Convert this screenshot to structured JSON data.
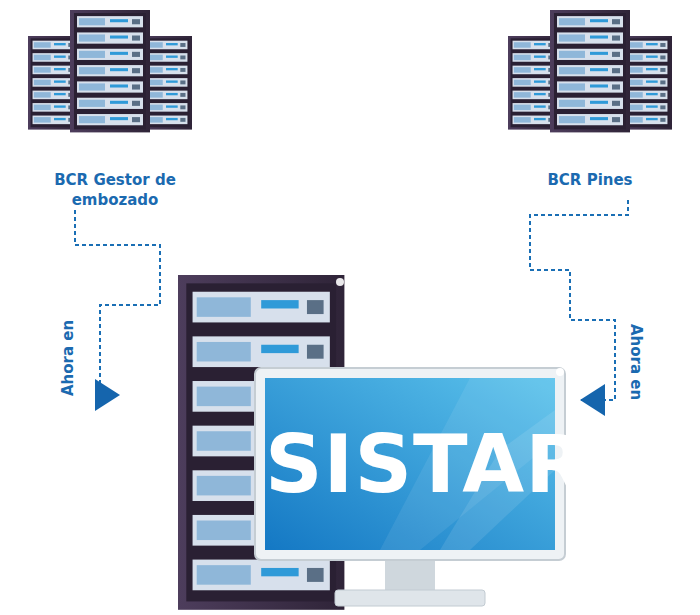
{
  "diagram": {
    "nodes": [
      {
        "text": [
          "BCR Gestor de embozado"
        ]
      },
      {
        "text": [
          "BCR Pines"
        ]
      },
      {
        "text": [
          "SISTAR"
        ]
      }
    ],
    "edges": [
      {
        "from": 0,
        "to": 2,
        "arrow": "to",
        "label": "Ahora en"
      },
      {
        "from": 1,
        "to": 2,
        "arrow": "to",
        "label": "Ahora en"
      }
    ]
  }
}
